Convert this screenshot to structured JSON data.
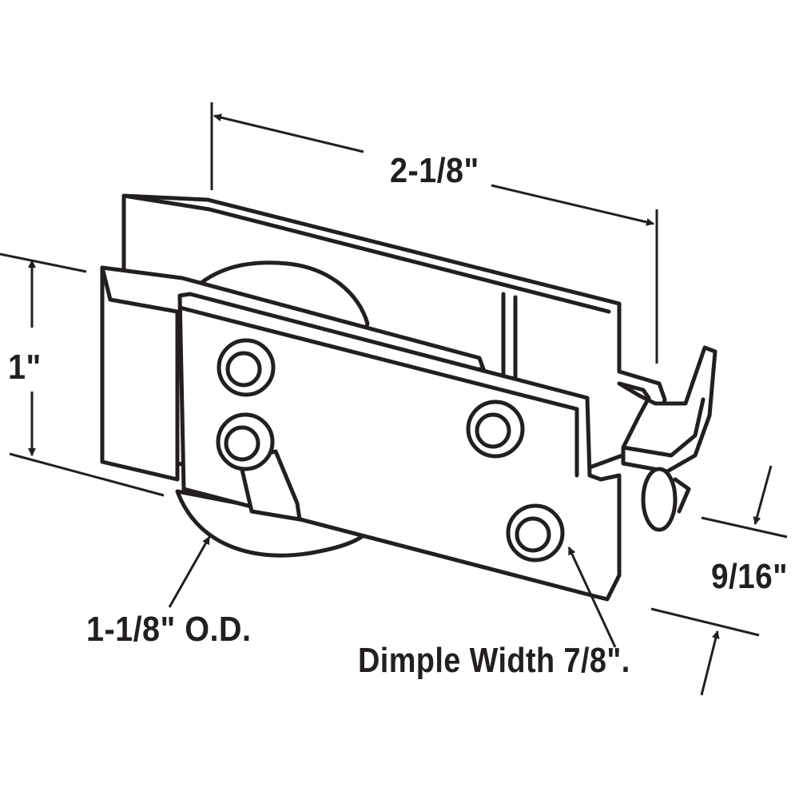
{
  "diagram": {
    "dimensions": {
      "width": "2-1/8\"",
      "height": "1\"",
      "depth": "9/16\"",
      "wheel_diameter": "1-1/8\" O.D.",
      "dimple_width": "Dimple Width 7/8\"."
    },
    "colors": {
      "line": "#231f20",
      "fill": "#ffffff"
    }
  }
}
